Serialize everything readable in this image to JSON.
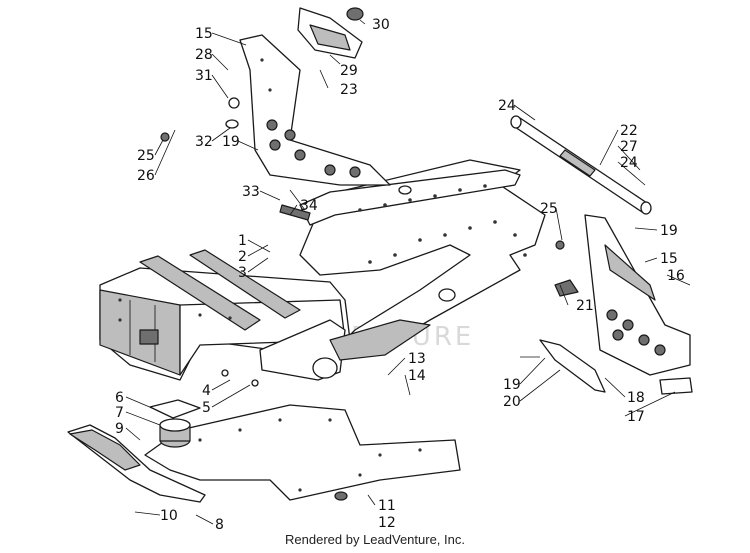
{
  "callouts": [
    {
      "id": "c15a",
      "label": "15"
    },
    {
      "id": "c28",
      "label": "28"
    },
    {
      "id": "c31",
      "label": "31"
    },
    {
      "id": "c30",
      "label": "30"
    },
    {
      "id": "c29",
      "label": "29"
    },
    {
      "id": "c23",
      "label": "23"
    },
    {
      "id": "c32",
      "label": "32"
    },
    {
      "id": "c19a",
      "label": "19"
    },
    {
      "id": "c25a",
      "label": "25"
    },
    {
      "id": "c26",
      "label": "26"
    },
    {
      "id": "c24a",
      "label": "24"
    },
    {
      "id": "c22",
      "label": "22"
    },
    {
      "id": "c27",
      "label": "27"
    },
    {
      "id": "c24b",
      "label": "24"
    },
    {
      "id": "c33",
      "label": "33"
    },
    {
      "id": "c34",
      "label": "34"
    },
    {
      "id": "c25b",
      "label": "25"
    },
    {
      "id": "c19b",
      "label": "19"
    },
    {
      "id": "c1",
      "label": "1"
    },
    {
      "id": "c2",
      "label": "2"
    },
    {
      "id": "c3",
      "label": "3"
    },
    {
      "id": "c15b",
      "label": "15"
    },
    {
      "id": "c16",
      "label": "16"
    },
    {
      "id": "c21",
      "label": "21"
    },
    {
      "id": "c13",
      "label": "13"
    },
    {
      "id": "c14",
      "label": "14"
    },
    {
      "id": "c4",
      "label": "4"
    },
    {
      "id": "c5",
      "label": "5"
    },
    {
      "id": "c6",
      "label": "6"
    },
    {
      "id": "c7",
      "label": "7"
    },
    {
      "id": "c9",
      "label": "9"
    },
    {
      "id": "c19c",
      "label": "19"
    },
    {
      "id": "c20",
      "label": "20"
    },
    {
      "id": "c18",
      "label": "18"
    },
    {
      "id": "c17",
      "label": "17"
    },
    {
      "id": "c11",
      "label": "11"
    },
    {
      "id": "c12",
      "label": "12"
    },
    {
      "id": "c10",
      "label": "10"
    },
    {
      "id": "c8",
      "label": "8"
    }
  ],
  "watermark": "LEADVENTURE",
  "footer": "Rendered by LeadVenture, Inc."
}
